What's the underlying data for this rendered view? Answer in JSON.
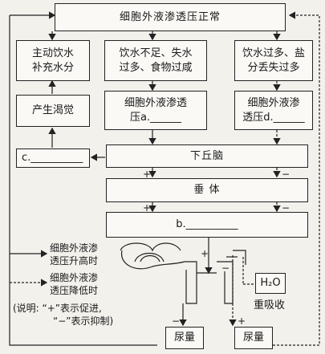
{
  "top": "细胞外液渗透压正常",
  "boxes": {
    "replenish_l1": "主动饮水",
    "replenish_l2": "补充水分",
    "cause_a_l1": "饮水不足、失水",
    "cause_a_l2": "过多、食物过咸",
    "cause_d_l1": "饮水过多、盐",
    "cause_d_l2": "分丢失过多",
    "thirst": "产生渴觉",
    "osm_a_l1": "细胞外液渗透",
    "osm_a_l2": "压a.______",
    "osm_d_l1": "细胞外液渗",
    "osm_d_l2": "透压d.______",
    "c": "c.__________",
    "hypothalamus": "下丘脑",
    "pituitary": "垂  体",
    "b": "b.__________",
    "urine_left": "尿量",
    "urine_right": "尿量"
  },
  "labels": {
    "h2o": "H₂O",
    "reabsorb": "重吸收",
    "legend_solid_l1": "细胞外液渗",
    "legend_solid_l2": "透压升高时",
    "legend_dashed_l1": "细胞外液渗",
    "legend_dashed_l2": "透压降低时",
    "note_l1": "(说明: “+”表示促进,",
    "note_l2": "“−”表示抑制)"
  },
  "signs": {
    "plus": "+",
    "minus": "−"
  }
}
